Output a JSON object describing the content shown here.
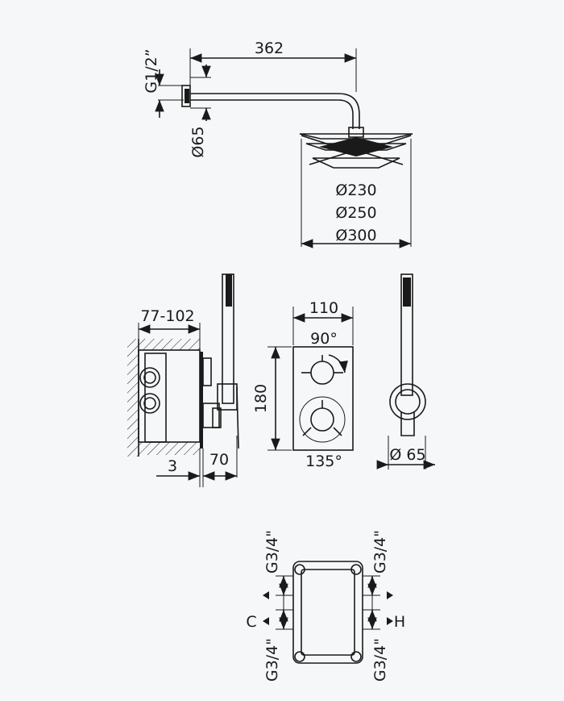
{
  "colors": {
    "background": "#f6f7f9",
    "ink": "#1a1a1a"
  },
  "shower_head": {
    "inlet_thread": "G1/2”",
    "arm_length": "362",
    "flange_diameter": "Ø65",
    "head_diameters": [
      "Ø230",
      "Ø250",
      "Ø300"
    ]
  },
  "side_view": {
    "depth_range": "77-102",
    "cover_thickness": "3",
    "projection": "70"
  },
  "front_view": {
    "plate_width": "110",
    "plate_height": "180",
    "upper_rotation": "90°",
    "lower_rotation": "135°"
  },
  "handshower_view": {
    "holder_diameter": "Ø 65"
  },
  "valve_body": {
    "thread_top_left": "G3/4\"",
    "thread_bottom_left": "G3/4\"",
    "thread_top_right": "G3/4\"",
    "thread_bottom_right": "G3/4\"",
    "cold_label": "C",
    "hot_label": "H"
  }
}
